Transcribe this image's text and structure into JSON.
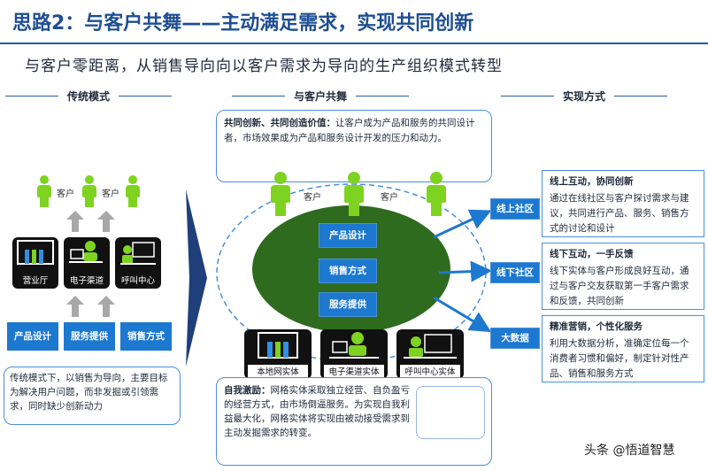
{
  "header": {
    "title": "思路2：与客户共舞——主动满足需求，实现共同创新"
  },
  "subtitle": "与客户零距离，从销售导向向以客户需求为导向的生产组织模式转型",
  "sections": {
    "traditional": "传统模式",
    "cocreate": "与客户共舞",
    "implementation": "实现方式"
  },
  "left": {
    "customer_labels": [
      "客户",
      "客户"
    ],
    "tiles": [
      "营业厅",
      "电子渠道",
      "呼叫中心"
    ],
    "buttons": [
      "产品设计",
      "服务提供",
      "销售方式"
    ],
    "description": "传统模式下，以销售为导向，主要目标为解决用户问题，而非发掘或引领需求，同时缺少创新动力"
  },
  "center": {
    "top_box_bold": "共同创新、共同创造价值：",
    "top_box_text": "让客户成为产品和服务的共同设计者，市场效果成为产品和服务设计开发的压力和动力。",
    "customer_labels": [
      "客户",
      "客户"
    ],
    "ellipse_items": [
      "产品设计",
      "销售方式",
      "服务提供"
    ],
    "tiles": [
      "本地网实体",
      "电子渠道实体",
      "呼叫中心实体"
    ],
    "bottom_box_bold": "自我激励：",
    "bottom_box_text": "网格实体采取独立经营、自负盈亏的经营方式，由市场倒逼服务。为实现自我利益最大化，网格实体将实现由被动接受需求到主动发掘需求的转变。"
  },
  "right": {
    "tags": [
      "线上社区",
      "线下社区",
      "大数据"
    ],
    "boxes": [
      {
        "title": "线上互动，协同创新",
        "text": "通过在线社区与客户探讨需求与建议，共同进行产品、服务、销售方式的讨论和设计"
      },
      {
        "title": "线下互动，一手反馈",
        "text": "线下实体与客户形成良好互动，通过与客户交友获取第一手客户需求和反馈，共同创新"
      },
      {
        "title": "精准营销，个性化服务",
        "text": "利用大数据分析，准确定位每一个消费者习惯和偏好，制定针对性产品、销售和服务方式"
      }
    ]
  },
  "watermark": "头条 @悟道智慧",
  "colors": {
    "title_blue": "#1f4e92",
    "button_blue": "#1d78d0",
    "ellipse_green": "#2e6b1f",
    "person_green": "#7ed321"
  }
}
